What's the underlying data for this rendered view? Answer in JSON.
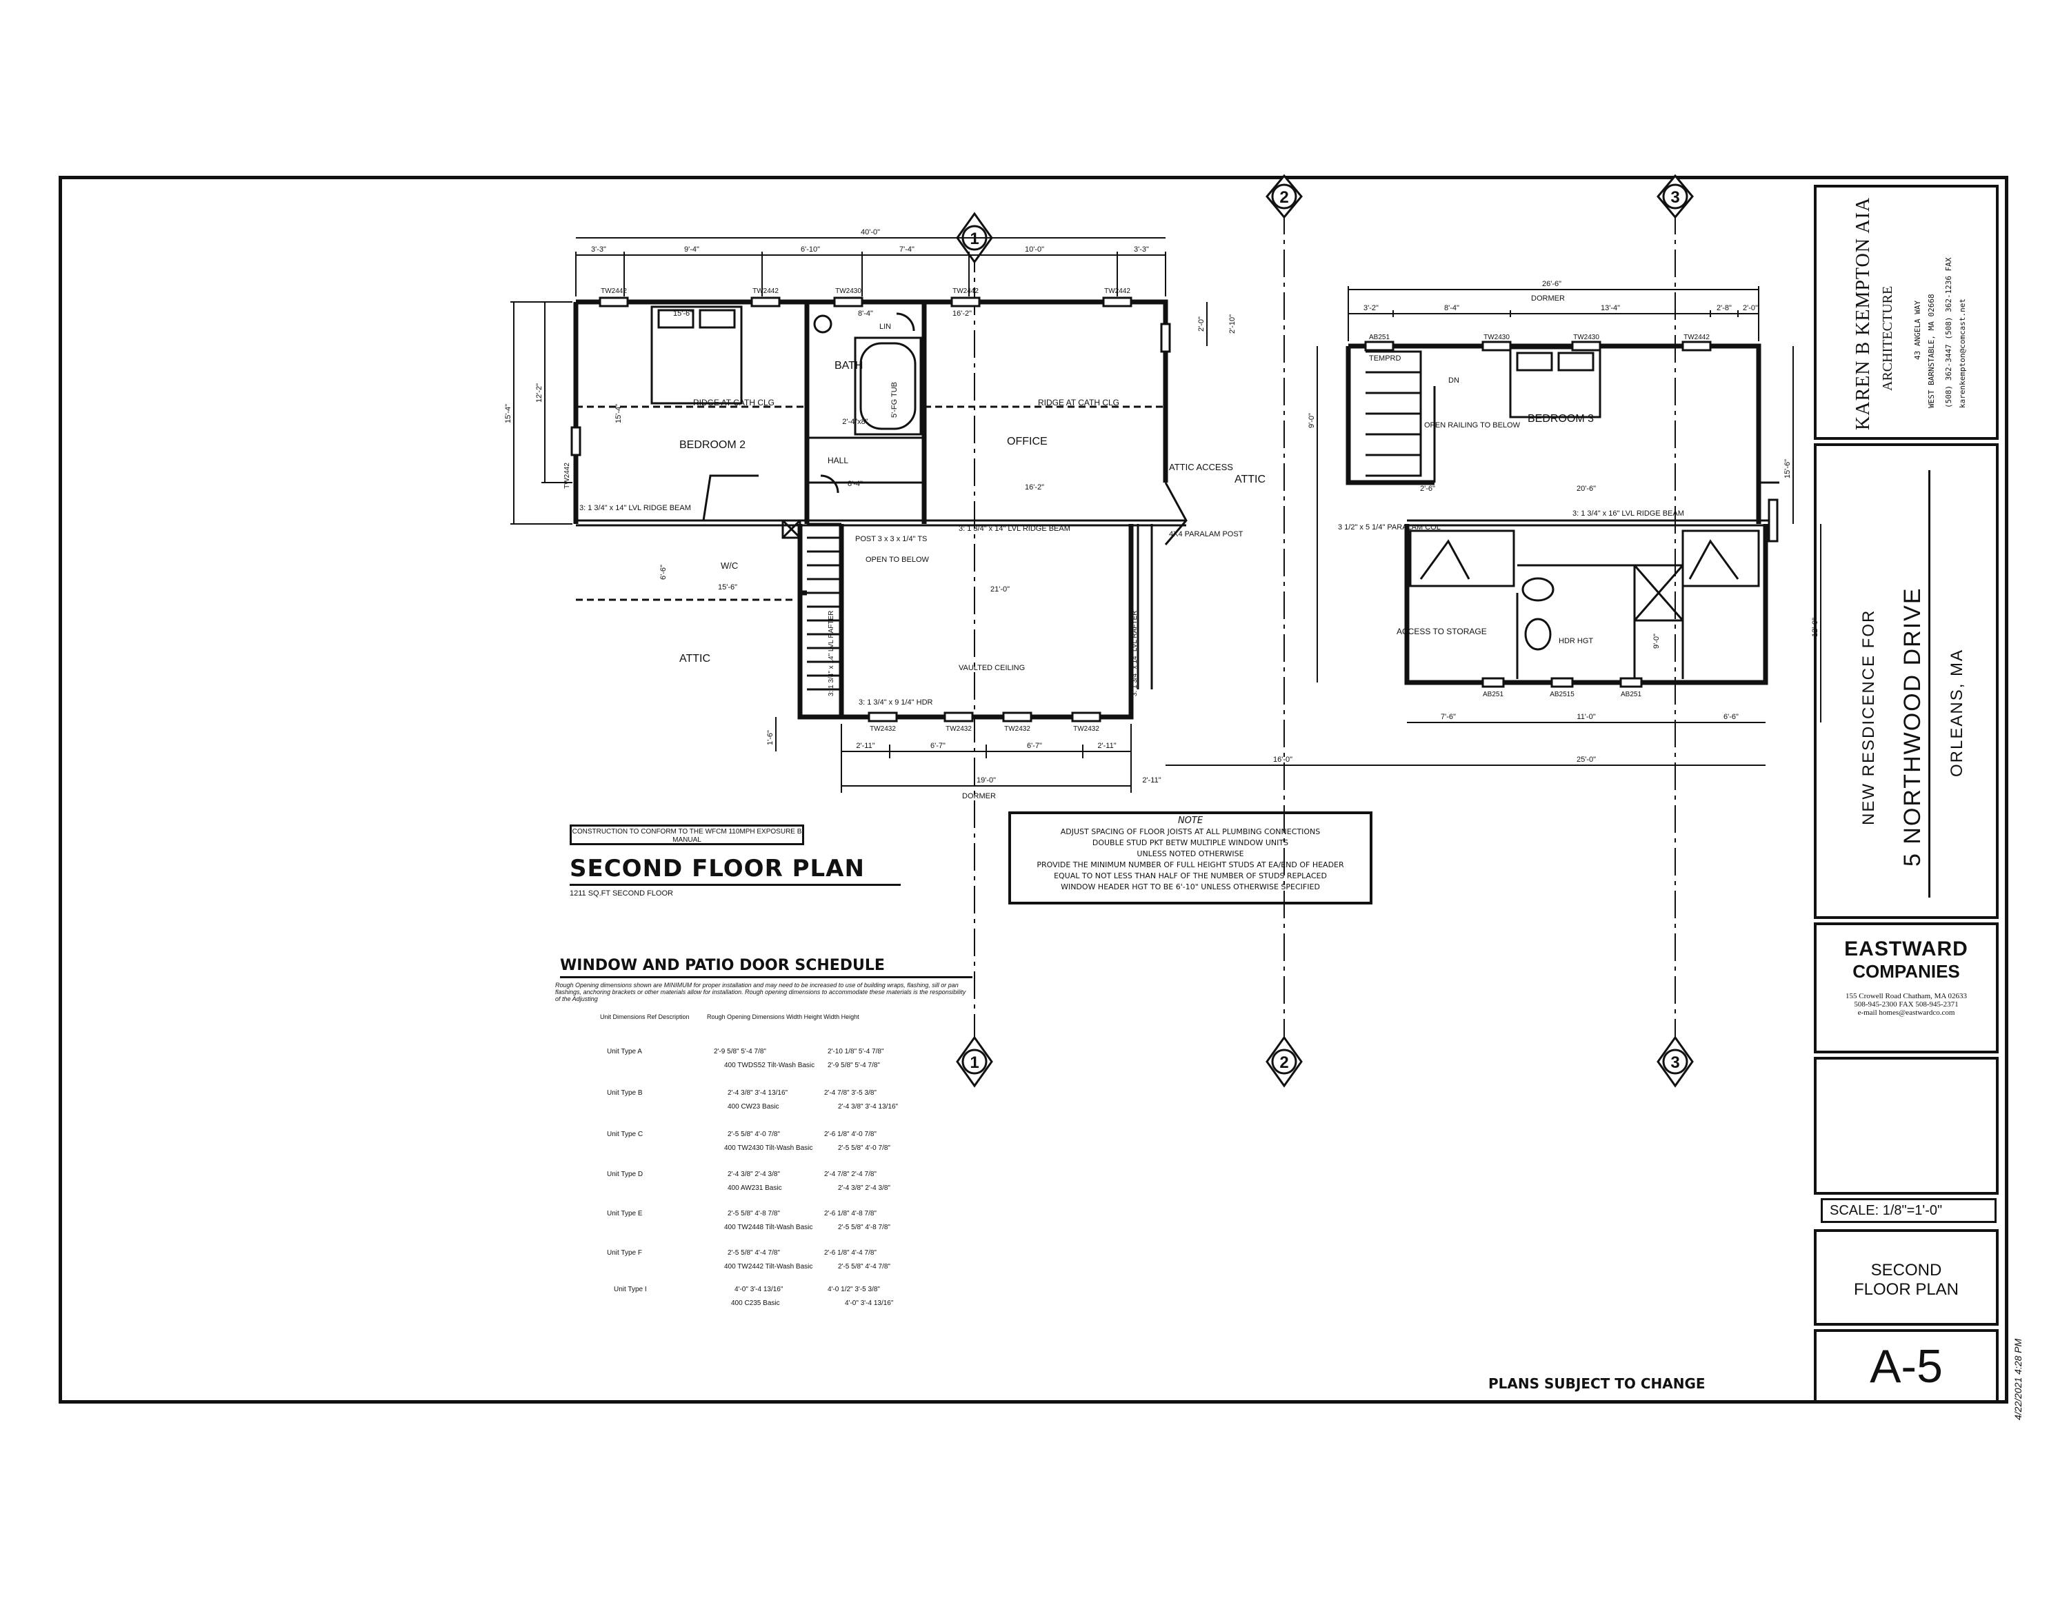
{
  "plan": {
    "title": "SECOND FLOOR PLAN",
    "subtitle": "1211 SQ.FT SECOND FLOOR",
    "construction_note": "CONSTRUCTION TO CONFORM TO THE WFCM 110MPH EXPOSURE B MANUAL",
    "plans_subject": "PLANS SUBJECT TO CHANGE",
    "rooms": {
      "bedroom2": "BEDROOM 2",
      "bath": "BATH",
      "office": "OFFICE",
      "hall": "HALL",
      "wic": "W/C",
      "attic_left": "ATTIC",
      "attic_right": "ATTIC",
      "attic_access": "ATTIC ACCESS",
      "bedroom3": "BEDROOM 3",
      "access_storage": "ACCESS TO STORAGE",
      "open_railing": "OPEN RAILING TO BELOW",
      "vaulted": "VAULTED CEILING",
      "open_below": "OPEN TO BELOW",
      "dn": "DN",
      "lin": "LIN",
      "tempred": "TEMPRD"
    },
    "labels": {
      "ridge1": "RIDGE AT CATH CLG",
      "ridge2": "RIDGE AT CATH CLG",
      "beam1": "3: 1 3/4\" x 14\" LVL RIDGE BEAM",
      "beam2": "3: 1 3/4\" x 14\" LVL RIDGE BEAM",
      "beam3": "3: 1 3/4\" x 16\" LVL RIDGE BEAM",
      "post": "POST 3 x 3 x 1/4\" TS",
      "paralam_post": "4X4 PARALAM POST",
      "paralam_col": "3 1/2\" x 5 1/4\" PARALAM COL",
      "hdr": "3: 1 3/4\" x 9 1/4\" HDR",
      "rafter1": "3: 1 3/4\" x 14\" LVL RAFTER",
      "rafter2": "3: 1 3/4\" x 14\" LVL RAFTER",
      "dormer_top": "DORMER",
      "dormer_bottom": "DORMER",
      "grid1": "1",
      "grid2": "2",
      "grid3": "3",
      "hdr_right": "HDR HGT"
    },
    "dims": {
      "top_total": "40'-0\"",
      "d1": "3'-3\"",
      "d2": "9'-4\"",
      "d3": "6'-10\"",
      "d4": "7'-4\"",
      "d5": "10'-0\"",
      "d6": "3'-3\"",
      "left1": "15'-4\"",
      "left2": "12'-2\"",
      "bd2_w": "15'-6\"",
      "bd2_h": "15'-4\"",
      "bath_w": "8'-4\"",
      "bath_tub": "5'-FG TUB",
      "office_w": "16'-2\"",
      "office_w2": "16'-2\"",
      "hall_w": "8'-4\"",
      "hall_d": "2'-4\"x8\"",
      "big_w": "21'-0\"",
      "wic_w": "15'-6\"",
      "wic_h": "6'-6\"",
      "bot1": "2'-11\"",
      "bot2": "6'-7\"",
      "bot3": "6'-7\"",
      "bot4": "2'-11\"",
      "bot_total": "19'-0\"",
      "bot_far": "2'-11\"",
      "mid": "16'-0\"",
      "right_total": "25'-0\"",
      "r_top": "26'-6\"",
      "r1": "3'-2\"",
      "r2": "8'-4\"",
      "r3": "13'-4\"",
      "r4": "2'-8\"",
      "r5": "2'-0\"",
      "r_w": "20'-6\"",
      "r_l": "2'-6\"",
      "r_b1": "7'-6\"",
      "r_b2": "11'-0\"",
      "r_b3": "6'-6\"",
      "r_v": "9'-0\"",
      "r_v2": "12'-0\"",
      "r_v3": "15'-6\"",
      "r_v4": "9'-0\"",
      "gap1": "2'-0\"",
      "gap2": "2'-10\"",
      "one6": "1'-6\""
    },
    "windows": {
      "w1": "TW2442",
      "w2": "TW2442",
      "w3": "TW2430",
      "w4": "TW2442",
      "w5": "TW2442",
      "w6": "TW2442",
      "b1": "TW2432",
      "b2": "TW2432",
      "b3": "TW2432",
      "b4": "TW2432",
      "r1": "AB251",
      "r2": "TW2430",
      "r3": "TW2430",
      "r4": "TW2442",
      "rb1": "AB251",
      "rb2": "AB2515",
      "rb3": "AB251"
    }
  },
  "note": {
    "heading": "NOTE",
    "lines": [
      "ADJUST SPACING OF FLOOR JOISTS AT ALL PLUMBING CONNECTIONS",
      "DOUBLE STUD PKT BETW MULTIPLE WINDOW UNITS",
      "UNLESS NOTED OTHERWISE",
      "PROVIDE THE MINIMUM NUMBER OF FULL HEIGHT STUDS AT EA/END OF HEADER",
      "EQUAL TO NOT LESS THAN HALF OF THE NUMBER OF STUDS REPLACED",
      "WINDOW HEADER HGT TO BE 6'-10\" UNLESS OTHERWISE SPECIFIED"
    ]
  },
  "schedule": {
    "title": "WINDOW AND PATIO DOOR SCHEDULE",
    "intro": "Rough Opening dimensions shown are MINIMUM for proper installation and may need to be increased to use of building wraps, flashing, sill or pan flashings, anchoring brackets or other materials allow for installation. Rough opening dimensions to accommodate these materials is the responsibility of the Adjusting",
    "header_left": "Unit Dimensions  Ref  Description",
    "header_right": "Rough Opening Dimensions  Width  Height  Width  Height",
    "rows": [
      {
        "type": "Unit Type A",
        "a": "2'-9 5/8\"   5'-4 7/8\"",
        "b": "2'-10 1/8\"   5'-4 7/8\"",
        "c": "400 TWDS52 Tilt-Wash Basic",
        "d": "2'-9 5/8\"   5'-4 7/8\""
      },
      {
        "type": "Unit Type B",
        "a": "2'-4 3/8\"   3'-4 13/16\"",
        "b": "2'-4 7/8\"   3'-5 3/8\"",
        "c": "400 CW23 Basic",
        "d": "2'-4 3/8\"   3'-4 13/16\""
      },
      {
        "type": "Unit Type C",
        "a": "2'-5 5/8\"   4'-0 7/8\"",
        "b": "2'-6 1/8\"   4'-0 7/8\"",
        "c": "400 TW2430 Tilt-Wash Basic",
        "d": "2'-5 5/8\"   4'-0 7/8\""
      },
      {
        "type": "Unit Type D",
        "a": "2'-4 3/8\"   2'-4 3/8\"",
        "b": "2'-4 7/8\"   2'-4 7/8\"",
        "c": "400 AW231 Basic",
        "d": "2'-4 3/8\"   2'-4 3/8\""
      },
      {
        "type": "Unit Type E",
        "a": "2'-5 5/8\"   4'-8 7/8\"",
        "b": "2'-6 1/8\"   4'-8 7/8\"",
        "c": "400 TW2448 Tilt-Wash Basic",
        "d": "2'-5 5/8\"   4'-8 7/8\""
      },
      {
        "type": "Unit Type F",
        "a": "2'-5 5/8\"   4'-4 7/8\"",
        "b": "2'-6 1/8\"   4'-4 7/8\"",
        "c": "400 TW2442 Tilt-Wash Basic",
        "d": "2'-5 5/8\"   4'-4 7/8\""
      },
      {
        "type": "Unit Type I",
        "a": "4'-0\"   3'-4 13/16\"",
        "b": "4'-0 1/2\"   3'-5 3/8\"",
        "c": "400 C235 Basic",
        "d": "4'-0\"   3'-4 13/16\""
      }
    ]
  },
  "titleblock": {
    "architect": "KAREN B KEMPTON AIA",
    "architecture": "ARCHITECTURE",
    "address1": "43 ANGELA WAY",
    "address2": "WEST BARNSTABLE, MA 02668",
    "phone": "(508) 362-3447  (508) 362-1236 FAX",
    "email": "karenkempton@comcast.net",
    "project1": "NEW RESDICENCE FOR",
    "project2": "5 NORTHWOOD DRIVE",
    "project3": "ORLEANS, MA",
    "company1": "EASTWARD",
    "company2": "COMPANIES",
    "company_addr": "155 Crowell Road  Chatham, MA 02633",
    "company_phone": "508-945-2300      FAX 508-945-2371",
    "company_email": "e-mail  homes@eastwardco.com",
    "scale": "SCALE: 1/8\"=1'-0\"",
    "sheet_title1": "SECOND",
    "sheet_title2": "FLOOR PLAN",
    "sheet_no": "A-5",
    "date_stamp": "4/22/2021 4:28 PM"
  }
}
